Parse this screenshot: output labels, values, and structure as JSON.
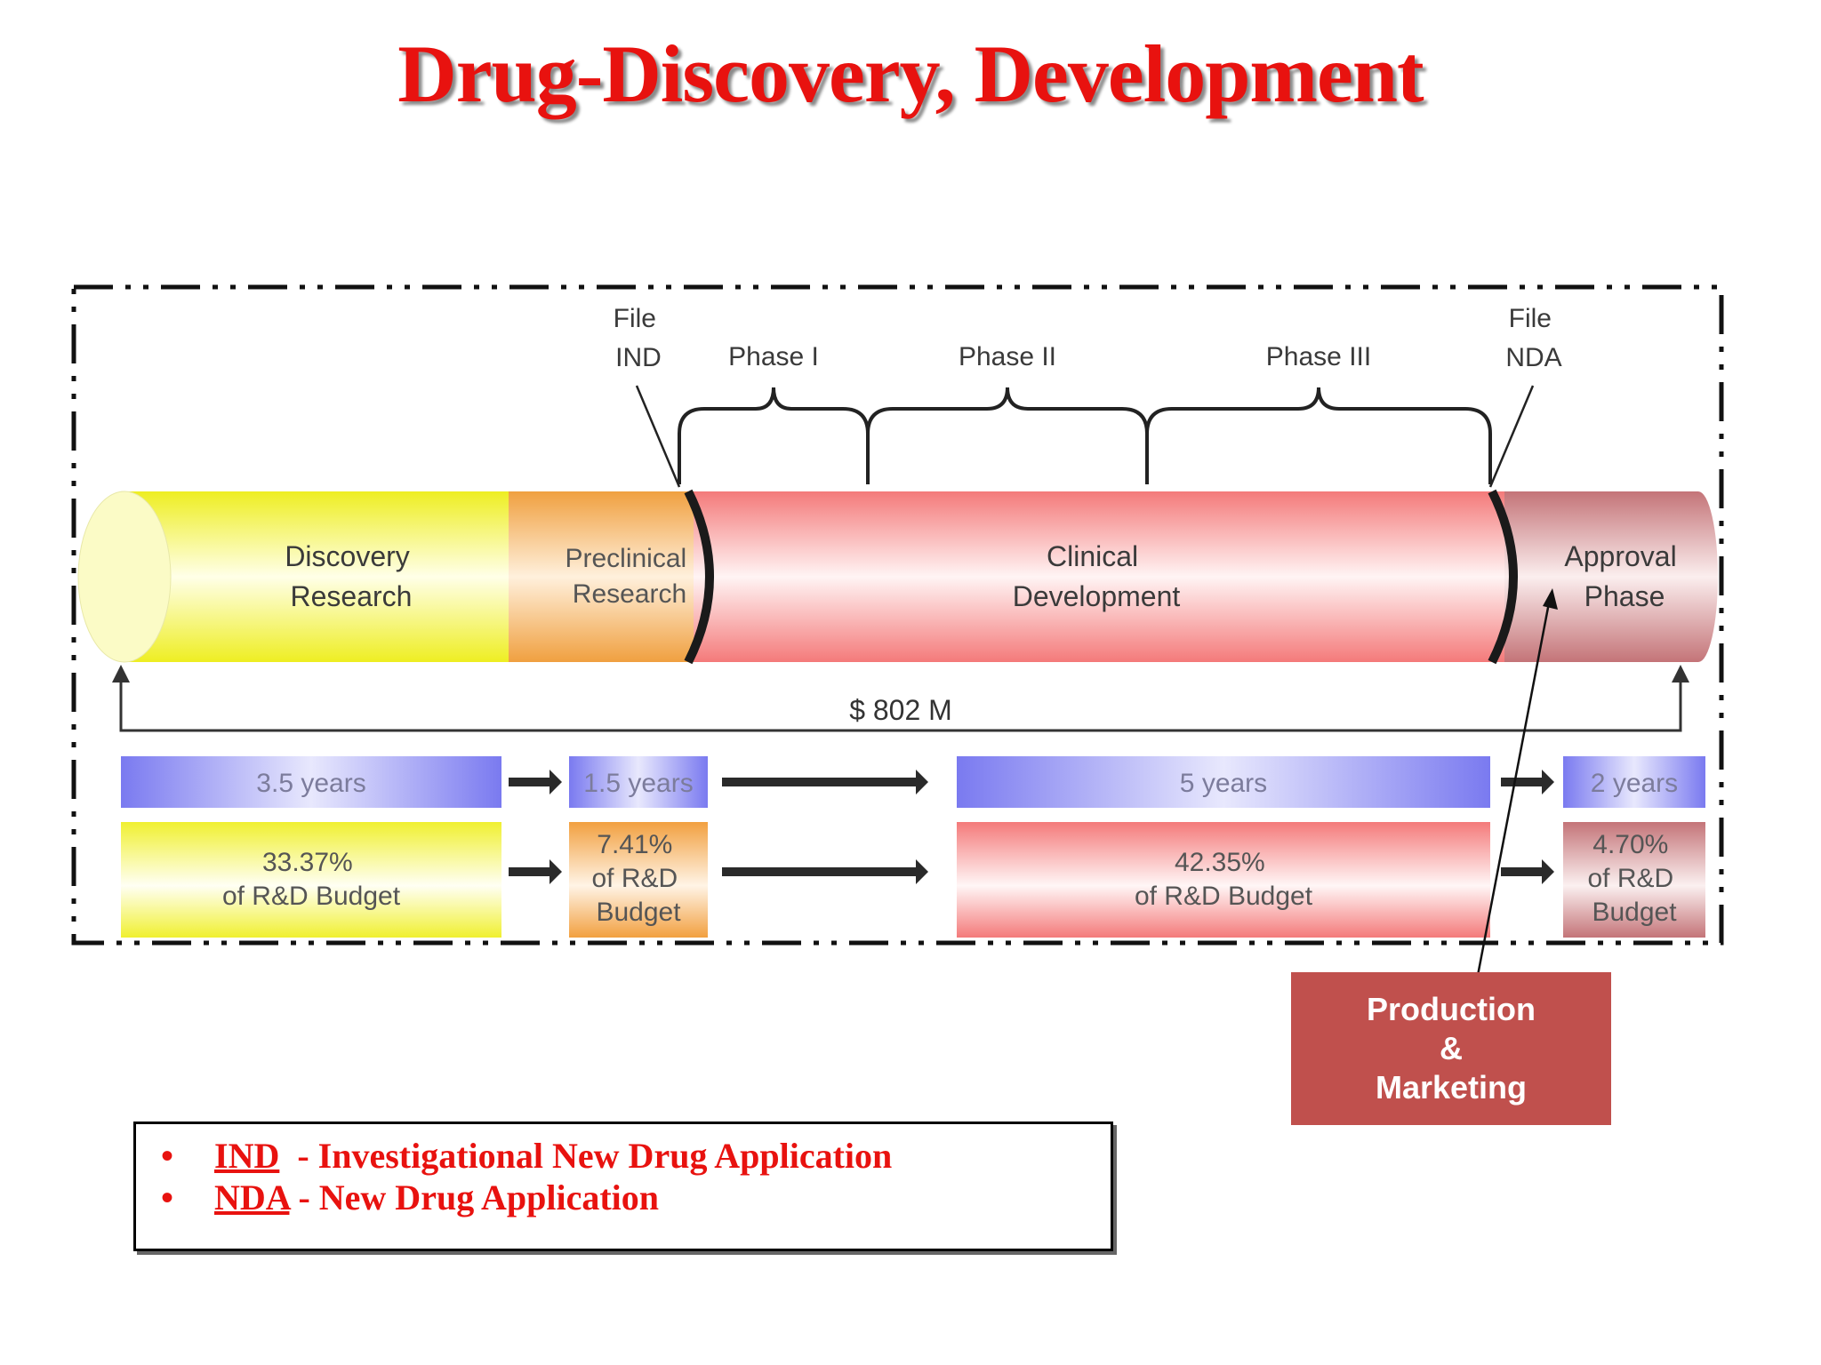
{
  "title": "Drug-Discovery, Development",
  "stages": {
    "discovery": [
      "Discovery",
      "Research"
    ],
    "preclinical": [
      "Preclinical",
      "Research"
    ],
    "clinical": [
      "Clinical",
      "Development"
    ],
    "approval": [
      "Approval",
      "Phase"
    ]
  },
  "milestones": {
    "file_ind": [
      "File",
      "IND"
    ],
    "file_nda": [
      "File",
      "NDA"
    ]
  },
  "phases": [
    "Phase I",
    "Phase II",
    "Phase III"
  ],
  "total_cost": "$ 802 M",
  "durations": [
    "3.5 years",
    "1.5 years",
    "5 years",
    "2 years"
  ],
  "budgets": [
    [
      "33.37%",
      "of R&D Budget"
    ],
    [
      "7.41%",
      "of R&D",
      "Budget"
    ],
    [
      "42.35%",
      "of R&D Budget"
    ],
    [
      "4.70%",
      "of R&D",
      "Budget"
    ]
  ],
  "production_box": [
    "Production",
    "&",
    "Marketing"
  ],
  "legend": [
    {
      "abbr": "IND",
      "text": "  - Investigational New Drug Application"
    },
    {
      "abbr": "NDA",
      "text": " - New Drug Application"
    }
  ],
  "colors": {
    "title": "#e8120f",
    "discovery": "#f2f23a",
    "preclinical": "#f2a24a",
    "clinical": "#f47c7c",
    "approval": "#c8797c",
    "duration_bar": "#7b7bf0",
    "production_box": "#c0504d"
  }
}
